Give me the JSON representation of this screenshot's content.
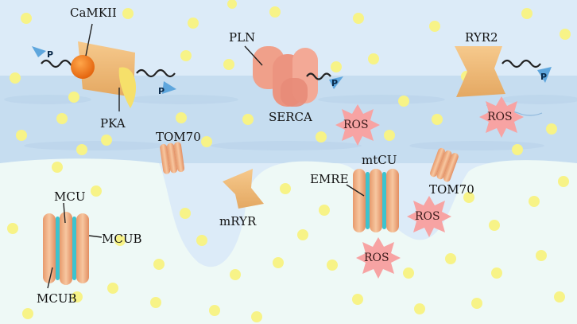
{
  "labels": {
    "camkii": "CaMKII",
    "pka": "PKA",
    "pln": "PLN",
    "serca": "SERCA",
    "ryr2": "RYR2",
    "tom70_left": "TOM70",
    "tom70_right": "TOM70",
    "mryr": "mRYR",
    "mtcu": "mtCU",
    "emre": "EMRE",
    "mcu": "MCU",
    "mcub_right": "MCUB",
    "mcub_bottom": "MCUB"
  },
  "phospho": [
    "P",
    "P",
    "P",
    "P"
  ],
  "ros": [
    "ROS",
    "ROS",
    "ROS",
    "ROS"
  ],
  "colors": {
    "cytosol": "#dcebf8",
    "membrane": "#c3dcef",
    "matrix": "#edf8f6",
    "channel": "#f2b48a",
    "channel_stripe": "#3cc3cf",
    "ros_burst": "#f7a3a3",
    "calcium": "#f7f387",
    "phosphate": "#5ea6dd",
    "serca": "#ee9a86",
    "camkii": "#f07c1c"
  }
}
